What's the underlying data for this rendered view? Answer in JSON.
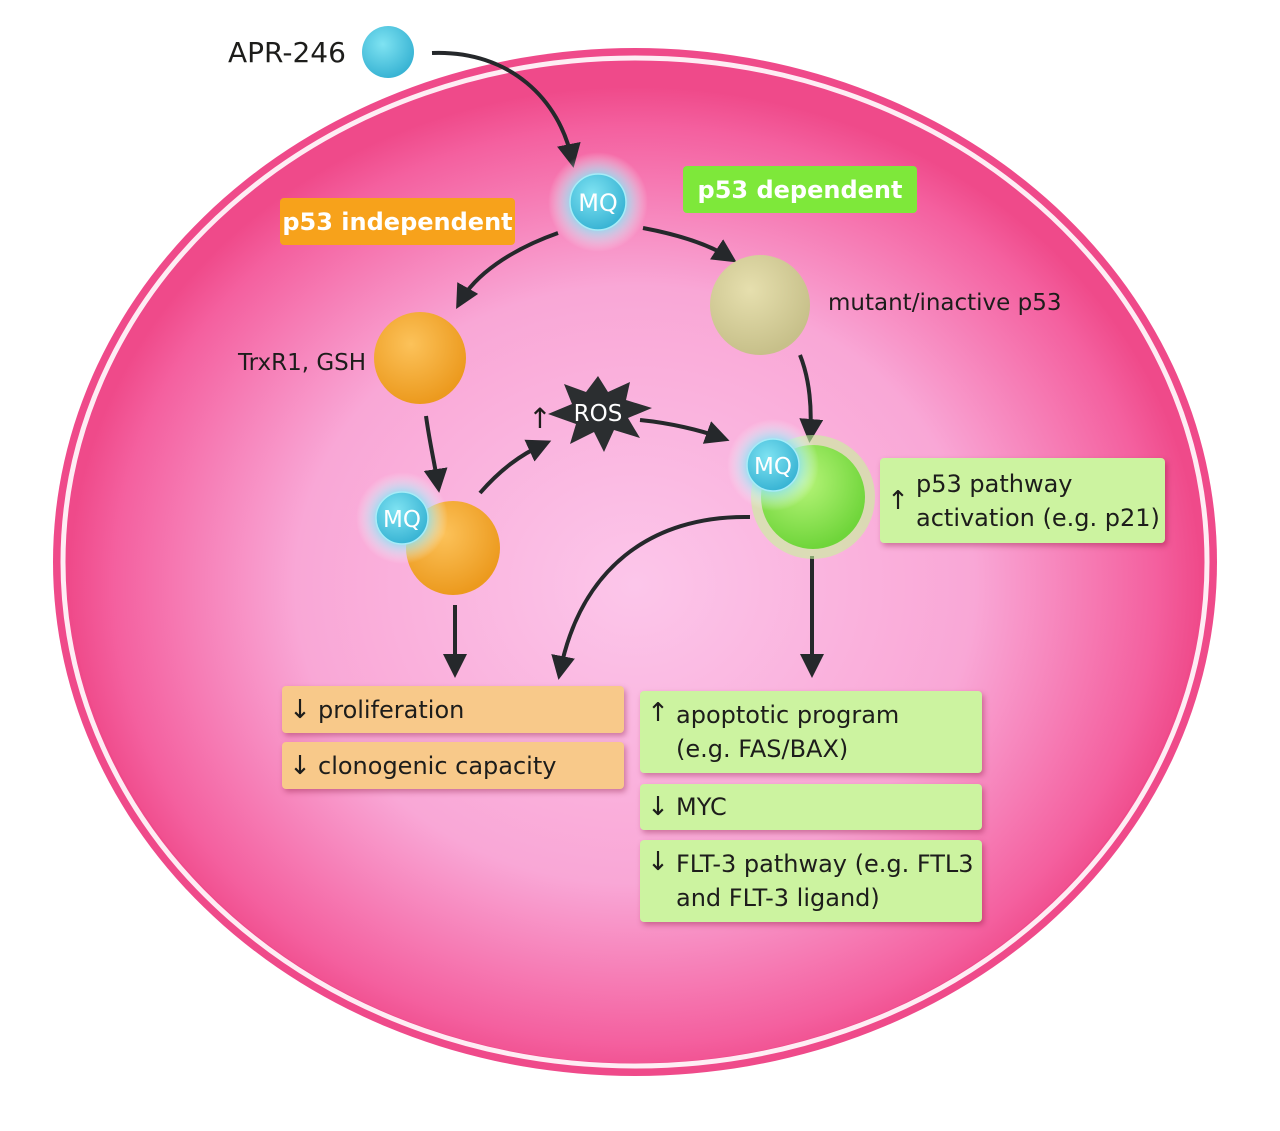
{
  "drug_label": "APR-246",
  "mq_label": "MQ",
  "tags": {
    "independent": "p53 independent",
    "dependent": "p53 dependent"
  },
  "labels": {
    "mutant_p53": "mutant/inactive p53",
    "trxr": "TrxR1, GSH",
    "ros": "ROS",
    "ros_arrow": "↑"
  },
  "p53_box": {
    "arrow": "↑",
    "text_1": "p53 pathway",
    "text_2": "activation (e.g. p21)"
  },
  "left_outcomes": [
    {
      "arrow": "↓",
      "text": "proliferation"
    },
    {
      "arrow": "↓",
      "text": "clonogenic capacity"
    }
  ],
  "right_outcomes": [
    {
      "arrow": "↑",
      "text_1": "apoptotic program",
      "text_2": "(e.g. FAS/BAX)"
    },
    {
      "arrow": "↓",
      "text_1": "MYC"
    },
    {
      "arrow": "↓",
      "text_1": "FLT-3 pathway (e.g. FTL3",
      "text_2": "and FLT-3 ligand)"
    }
  ],
  "colors": {
    "cell": "#f04e8c",
    "orange": "#f7a21b",
    "green": "#7ee83a",
    "mq": "#4fc8e0",
    "box_orange": "#f8c98a",
    "box_green": "#ccf3a0"
  }
}
